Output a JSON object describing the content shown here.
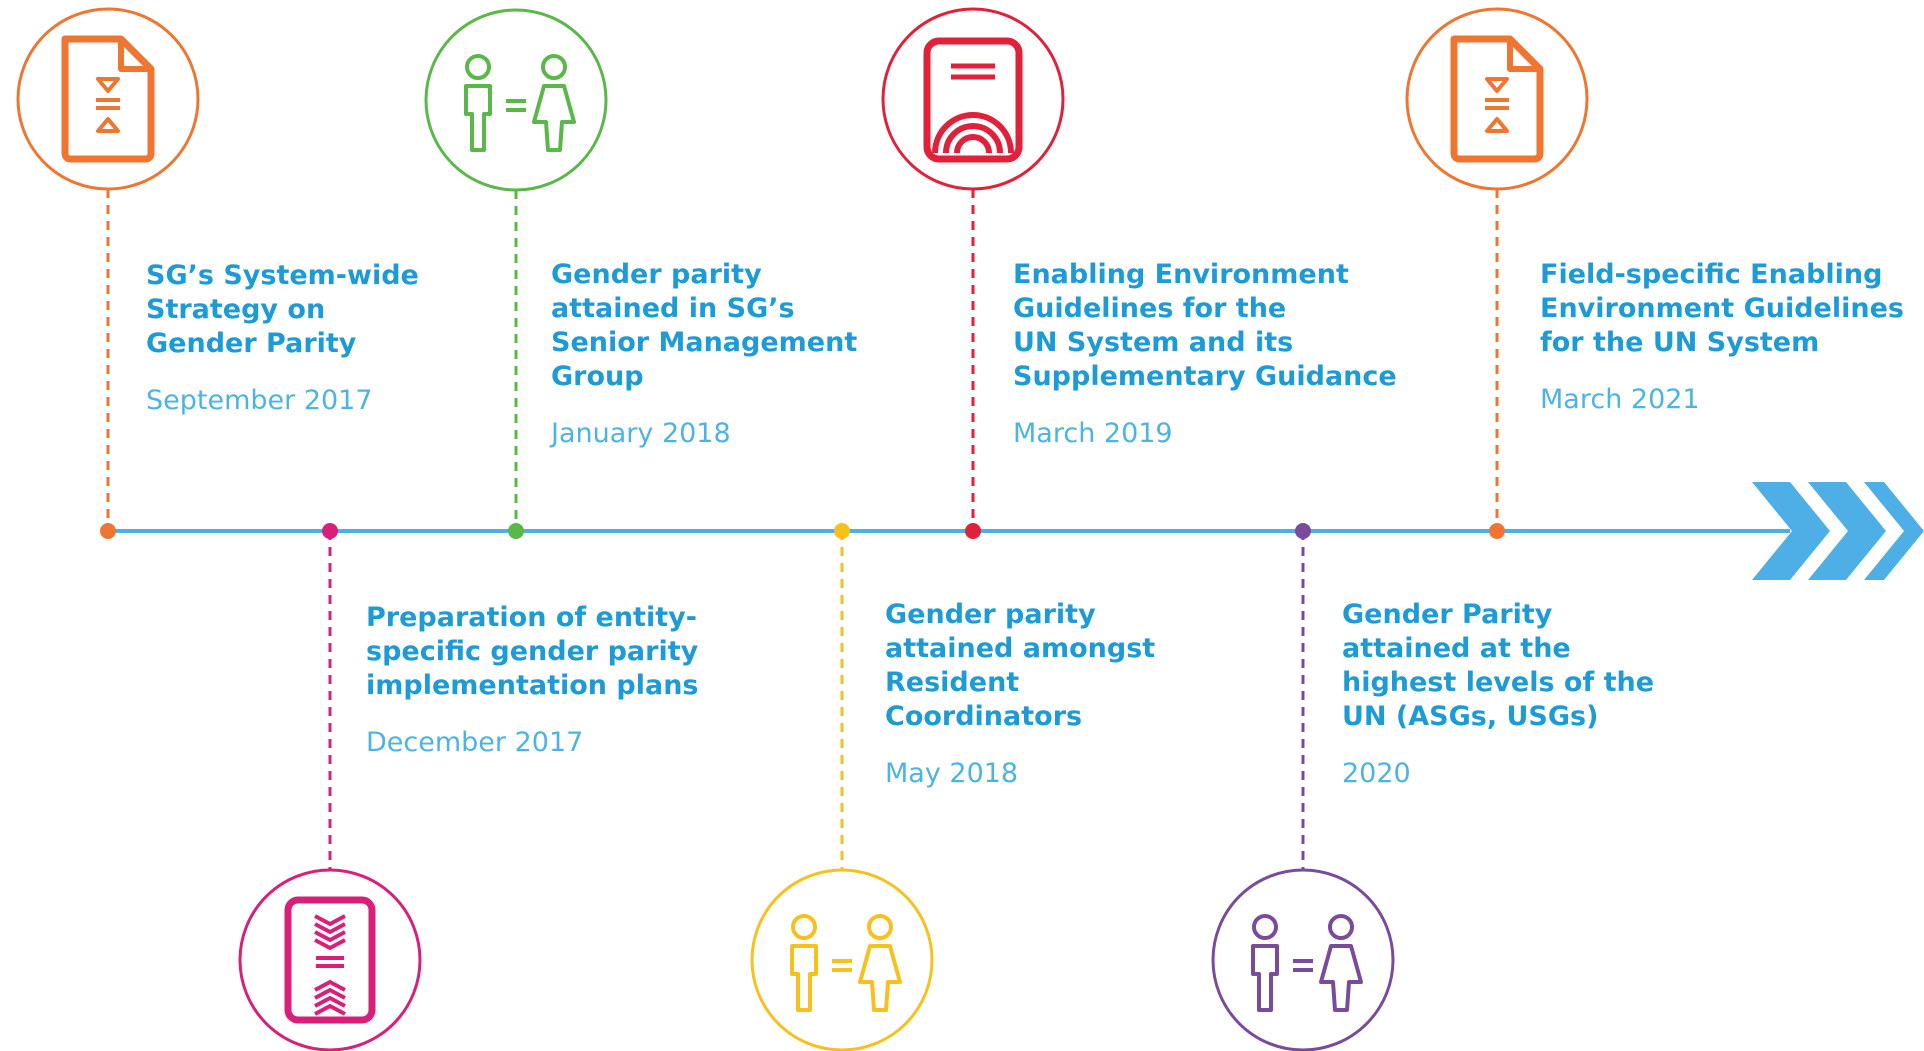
{
  "colors": {
    "axis": "#4dafe6",
    "arrow": "#4dafe6",
    "title_text": "#1d9bd7",
    "date_text": "#4cb4e2"
  },
  "events": [
    {
      "id": "sg-strategy",
      "title": "SG’s System-wide\nStrategy on\nGender Parity",
      "date": "September 2017",
      "color": "#ee7630",
      "icon": "document-icon",
      "side": "above"
    },
    {
      "id": "implementation-plans",
      "title": "Preparation of entity-\nspecific gender parity\nimplementation plans",
      "date": "December 2017",
      "color": "#d81f79",
      "icon": "convergence-document-icon",
      "side": "below"
    },
    {
      "id": "senior-management",
      "title": "Gender parity\nattained in SG’s\nSenior Management\nGroup",
      "date": "January 2018",
      "color": "#5ab848",
      "icon": "gender-parity-icon",
      "side": "above"
    },
    {
      "id": "resident-coordinators",
      "title": "Gender parity\nattained amongst\nResident\nCoordinators",
      "date": "May 2018",
      "color": "#f8c01c",
      "icon": "gender-parity-icon",
      "side": "below"
    },
    {
      "id": "enabling-environment",
      "title": "Enabling Environment\nGuidelines for the\nUN System and its\nSupplementary Guidance",
      "date": "March 2019",
      "color": "#e02139",
      "icon": "rainbow-document-icon",
      "side": "above"
    },
    {
      "id": "highest-levels",
      "title": "Gender Parity\nattained at the\nhighest levels of the\nUN (ASGs, USGs)",
      "date": "2020",
      "color": "#7a4b9c",
      "icon": "gender-parity-icon",
      "side": "below"
    },
    {
      "id": "field-specific",
      "title": "Field-specific Enabling\nEnvironment Guidelines\nfor the UN System",
      "date": "March 2021",
      "color": "#ee7630",
      "icon": "document-icon",
      "side": "above"
    }
  ]
}
